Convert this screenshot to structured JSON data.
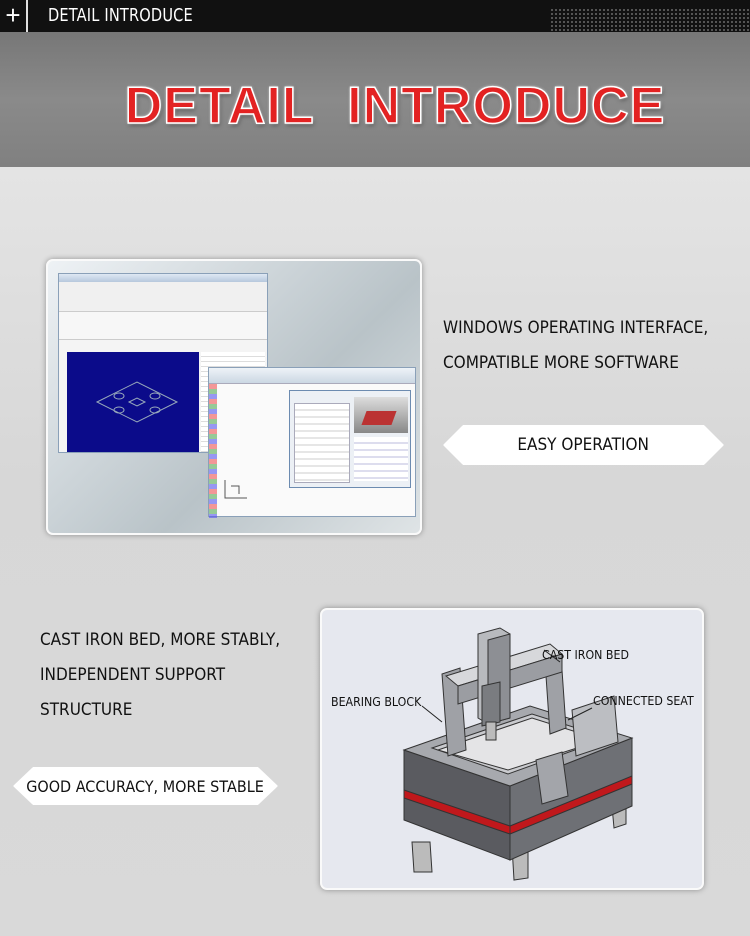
{
  "header": {
    "icon": "plus-icon",
    "label": "DETAIL INTRODUCE"
  },
  "banner": {
    "title": "DETAIL  INTRODUCE",
    "title_color": "#e32222"
  },
  "software_section": {
    "line1": "WINDOWS OPERATING  INTERFACE,",
    "line2": "COMPATIBLE MORE SOFTWARE",
    "badge": "EASY OPERATION"
  },
  "machine_section": {
    "line1": "CAST IRON BED, MORE STABLY,",
    "line2": "INDEPENDENT SUPPORT",
    "line3": "STRUCTURE",
    "badge": "GOOD ACCURACY, MORE STABLE",
    "labels": {
      "cast_iron_bed": "CAST IRON BED",
      "bearing_block": "BEARING BLOCK",
      "connected_seat": "CONNECTED SEAT"
    },
    "belt_color": "#c0181c"
  }
}
